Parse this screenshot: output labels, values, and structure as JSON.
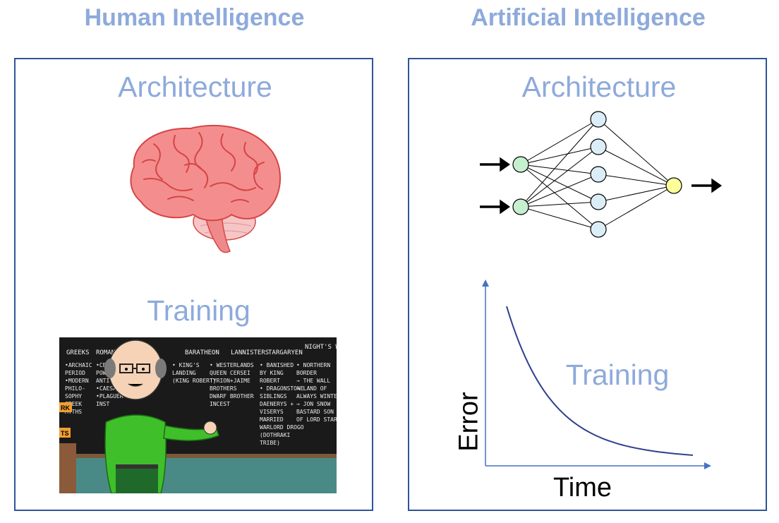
{
  "titles": {
    "left": "Human Intelligence",
    "right": "Artificial Intelligence"
  },
  "left_panel": {
    "architecture": "Architecture",
    "training": "Training",
    "image_brain": "brain-illustration",
    "image_board": "cartoon-teacher-at-chalkboard",
    "board": {
      "headers": [
        "GREEKS",
        "ROMANS",
        "BARATHEON",
        "LANNISTERS",
        "TARGARYEN",
        "NIGHT'S WATCH"
      ],
      "col1": [
        "•ARCHAIC",
        "PERIOD",
        "•MODERN",
        "PHILO-",
        "SOPHY",
        "GREEK",
        "MYTHS"
      ],
      "col3": [
        "• KING'S",
        "LANDING",
        "(KING ROBERT)"
      ],
      "col4": [
        "• WESTERLANDS",
        "QUEEN CERSEI",
        "TYRION+JAIME",
        "BROTHERS",
        "DWARF BROTHER",
        "INCEST"
      ],
      "col5": [
        "• BANISHED",
        "BY KING",
        "ROBERT",
        "• DRAGONSTONE",
        "SIBLINGS",
        "DAENERYS +",
        "VISERYS",
        "MARRIED",
        "WARLORD DROGO",
        "(DOTHRAKI",
        "TRIBE)"
      ],
      "col6": [
        "• NORTHERN",
        "BORDER",
        "→ THE WALL",
        "→ LAND OF",
        "ALWAYS WINTER",
        "→ JON SNOW",
        "BASTARD SON",
        "OF LORD STARK"
      ],
      "partial": [
        "•CE",
        "POW",
        "ANTI",
        "•CAESA",
        "•PLAGUER",
        "INST"
      ],
      "sign1": "RK",
      "sign2": "TS"
    }
  },
  "right_panel": {
    "architecture": "Architecture",
    "training": "Training",
    "network": {
      "input_nodes": 2,
      "hidden_nodes": 5,
      "output_nodes": 1,
      "colors": {
        "input": "#c6efce",
        "hidden": "#dbeef7",
        "output": "#ffff99",
        "edge": "#000000"
      }
    },
    "chart": {
      "xlabel": "Time",
      "ylabel": "Error",
      "curve": "exponential-decay",
      "color": "#2f3f8f"
    }
  },
  "colors": {
    "title": "#8eaadb",
    "frame": "#2f5597",
    "axis": "#4472c4"
  }
}
